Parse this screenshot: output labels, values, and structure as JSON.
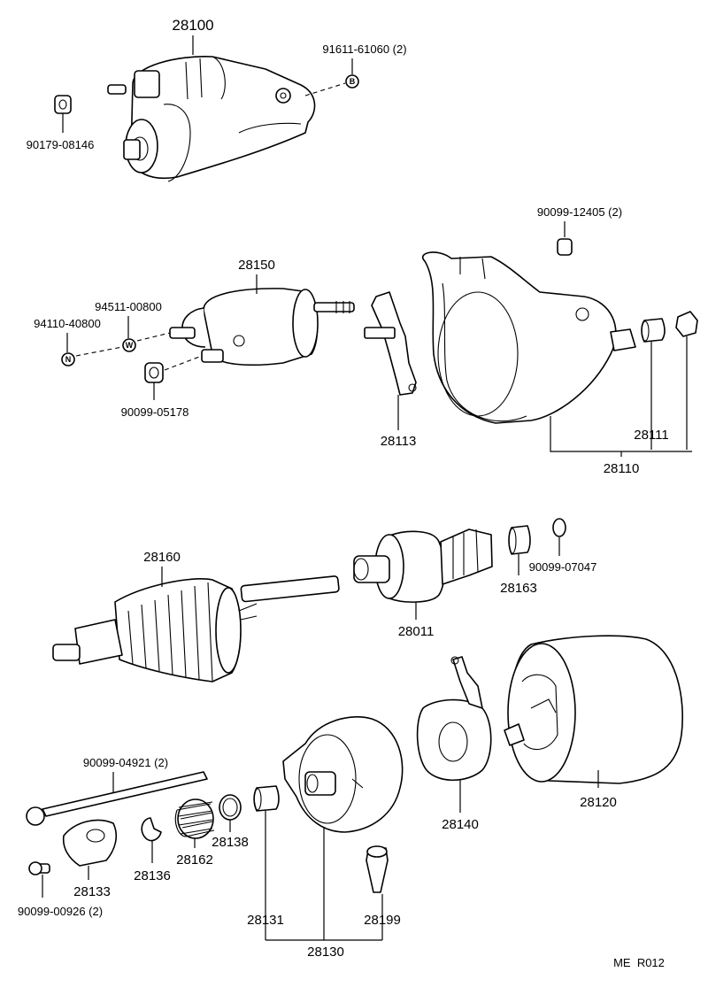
{
  "diagram": {
    "labels": {
      "p28100": "28100",
      "p91611": "91611-61060 (2)",
      "p90179": "90179-08146",
      "p90099_12405": "90099-12405 (2)",
      "p28150": "28150",
      "p94511": "94511-00800",
      "p94110": "94110-40800",
      "p90099_05178": "90099-05178",
      "p28113": "28113",
      "p28111": "28111",
      "p28110": "28110",
      "p28160": "28160",
      "p28011": "28011",
      "p28163": "28163",
      "p90099_07047": "90099-07047",
      "p90099_04921": "90099-04921 (2)",
      "p28120": "28120",
      "p28140": "28140",
      "p28162": "28162",
      "p28138": "28138",
      "p28136": "28136",
      "p28133": "28133",
      "p90099_00926": "90099-00926 (2)",
      "p28131": "28131",
      "p28199": "28199",
      "p28130": "28130"
    },
    "symbols": {
      "b": "B",
      "w": "W",
      "n": "N"
    },
    "footer": "ME  R012"
  }
}
